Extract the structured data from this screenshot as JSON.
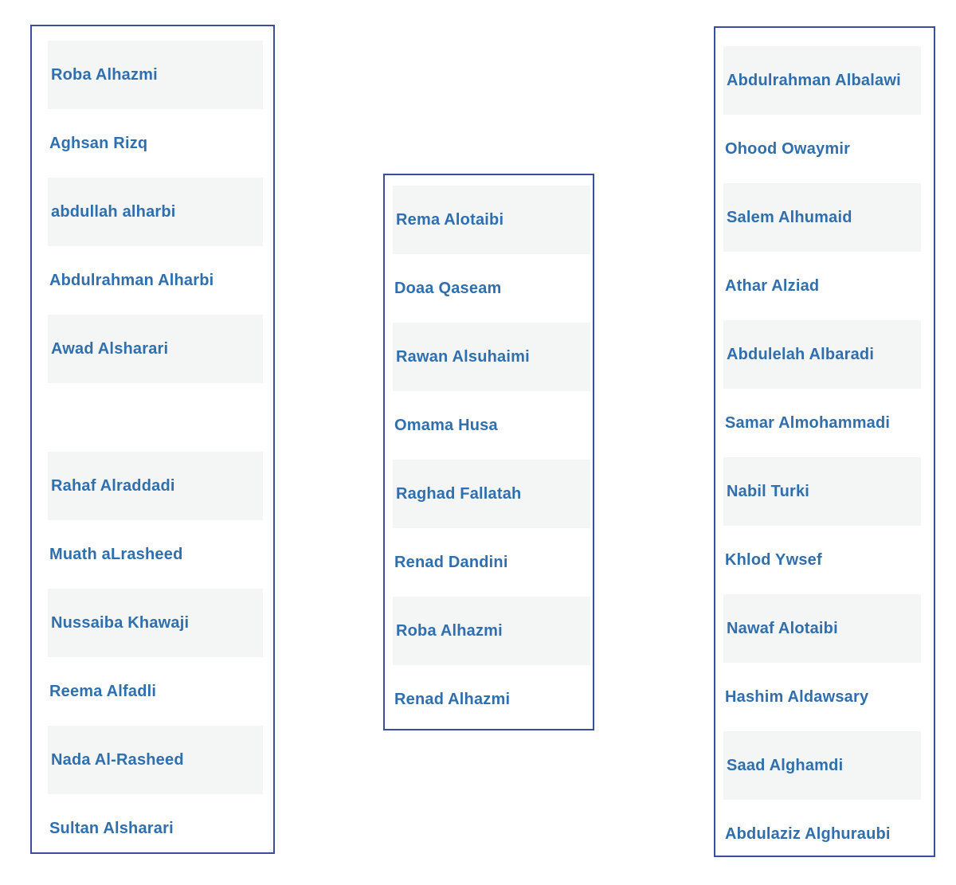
{
  "columns": [
    {
      "items": [
        "Roba Alhazmi",
        "Aghsan Rizq",
        "abdullah alharbi",
        "Abdulrahman Alharbi",
        "Awad Alsharari",
        "",
        "Rahaf Alraddadi",
        "Muath aLrasheed",
        "Nussaiba Khawaji",
        "Reema Alfadli",
        "Nada Al-Rasheed",
        "Sultan Alsharari"
      ]
    },
    {
      "items": [
        "Rema Alotaibi",
        "Doaa Qaseam",
        "Rawan Alsuhaimi",
        "Omama Husa",
        "Raghad Fallatah",
        "Renad Dandini",
        "Roba Alhazmi",
        "Renad Alhazmi"
      ]
    },
    {
      "items": [
        "Abdulrahman Albalawi",
        "Ohood Owaymir",
        "Salem Alhumaid",
        "Athar Alziad",
        "Abdulelah Albaradi",
        "Samar Almohammadi",
        "Nabil Turki",
        "Khlod Ywsef",
        "Nawaf Alotaibi",
        "Hashim Aldawsary",
        "Saad Alghamdi",
        "Abdulaziz Alghuraubi"
      ]
    }
  ],
  "colors": {
    "border": "#3a4ea0",
    "link_text": "#2f6fae",
    "row_shade": "#f4f5f5"
  }
}
